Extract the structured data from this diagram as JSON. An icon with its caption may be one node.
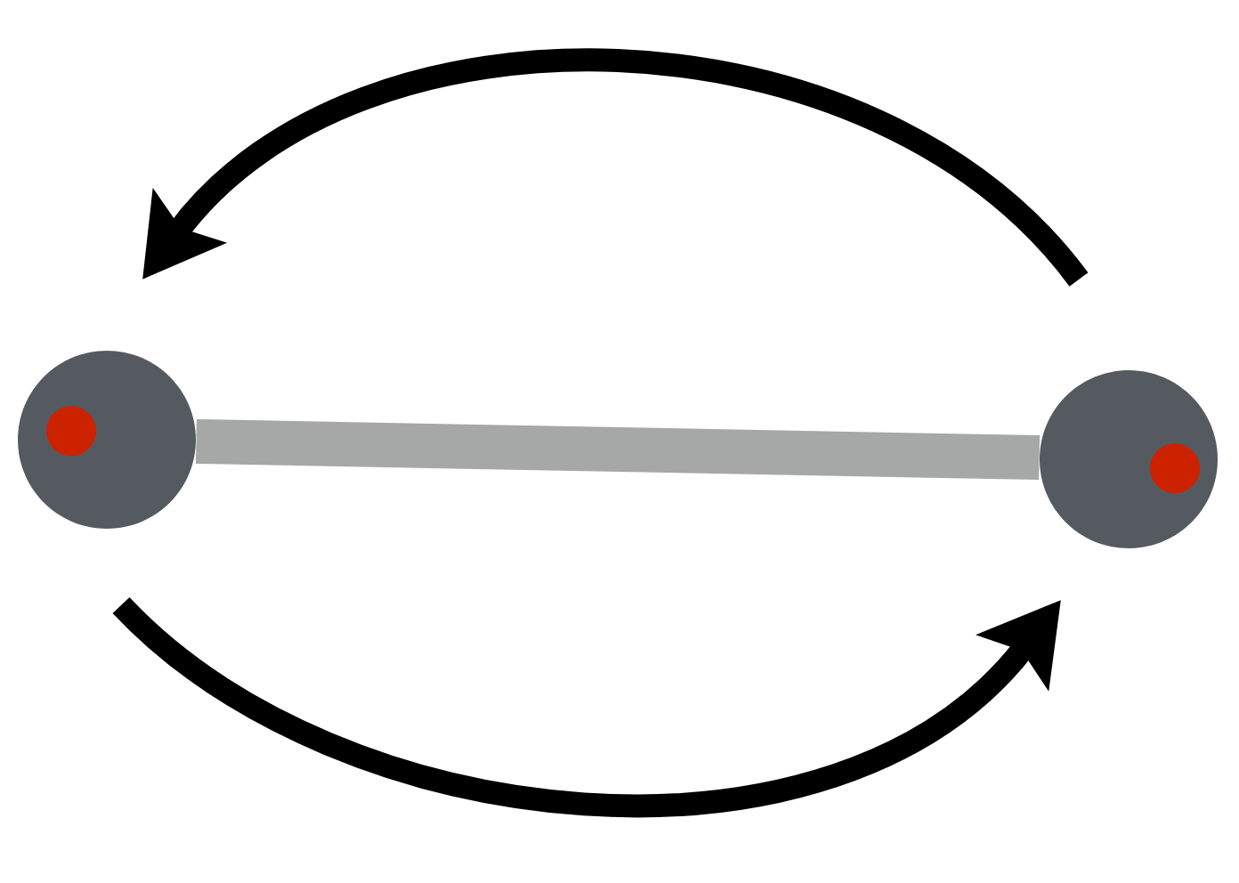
{
  "diagram": {
    "nodes": [
      {
        "text": [],
        "shape": "circle"
      },
      {
        "text": [],
        "shape": "circle"
      }
    ],
    "edges": [
      {
        "from": 0,
        "to": 1,
        "arrow": "none",
        "color": "#a5a8a6"
      }
    ]
  }
}
